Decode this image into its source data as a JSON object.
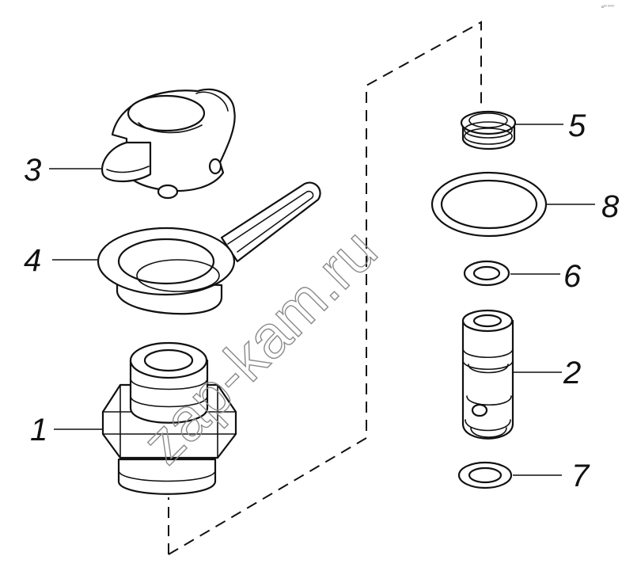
{
  "watermark": "zap-kam.ru",
  "corner_mark": "a⁰⁰ ⁰⁰⁰⁰",
  "callouts": [
    {
      "id": "1",
      "label": "1"
    },
    {
      "id": "2",
      "label": "2"
    },
    {
      "id": "3",
      "label": "3"
    },
    {
      "id": "4",
      "label": "4"
    },
    {
      "id": "5",
      "label": "5"
    },
    {
      "id": "6",
      "label": "6"
    },
    {
      "id": "7",
      "label": "7"
    },
    {
      "id": "8",
      "label": "8"
    }
  ]
}
